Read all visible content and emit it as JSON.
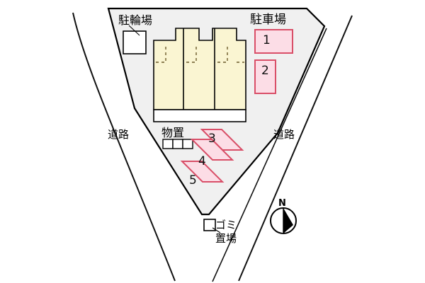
{
  "plan": {
    "type": "site-layout-plan",
    "title_labels": {
      "bicycle_parking": "駐輪場",
      "car_parking": "駐車場",
      "storage": "物置",
      "road_left": "道路",
      "road_right": "道路",
      "trash_line1": "ゴミ",
      "trash_line2": "置場",
      "north_marker": "N"
    },
    "parking_stalls": [
      {
        "number": "1",
        "shape": "wide-rect",
        "area": "north-parking"
      },
      {
        "number": "2",
        "shape": "tall-rect",
        "area": "north-parking"
      },
      {
        "number": "3",
        "shape": "angled-rect",
        "area": "south-parking"
      },
      {
        "number": "4",
        "shape": "angled-rect",
        "area": "south-parking"
      },
      {
        "number": "5",
        "shape": "angled-rect",
        "area": "south-parking"
      }
    ],
    "building": {
      "units": 3,
      "fill": "#FAF5D2",
      "stroke": "#000000",
      "has_balcony_strip": true
    },
    "storage_boxes": 3,
    "colors": {
      "site_fill": "#F0F0F0",
      "site_stroke": "#000000",
      "building_fill": "#FAF5D2",
      "stall_fill": "#FCDDE6",
      "stall_stroke": "#D94F68",
      "road_line": "#111111",
      "white_box_fill": "#FFFFFF",
      "page_background": "#FFFFFF"
    }
  }
}
